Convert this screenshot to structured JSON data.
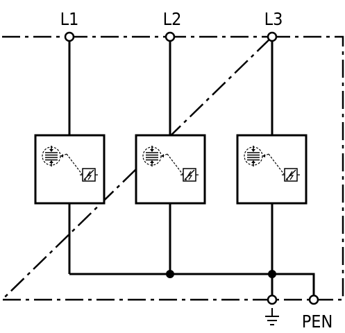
{
  "terminals": {
    "l1": "L1",
    "l2": "L2",
    "l3": "L3",
    "pen": "PEN"
  },
  "icons": {
    "ground": "earth-ground-icon",
    "module": "surge-protection-module-icon"
  }
}
